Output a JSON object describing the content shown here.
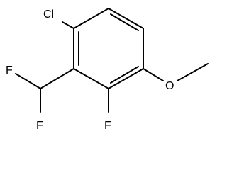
{
  "structure": {
    "atoms": [
      {
        "id": "cl",
        "symbol": "Cl"
      },
      {
        "id": "f1",
        "symbol": "F"
      },
      {
        "id": "f2",
        "symbol": "F"
      },
      {
        "id": "f3",
        "symbol": "F"
      },
      {
        "id": "o1",
        "symbol": "O"
      }
    ]
  },
  "colors": {
    "bond": "#000000",
    "label": "#000000",
    "background": "#ffffff"
  }
}
